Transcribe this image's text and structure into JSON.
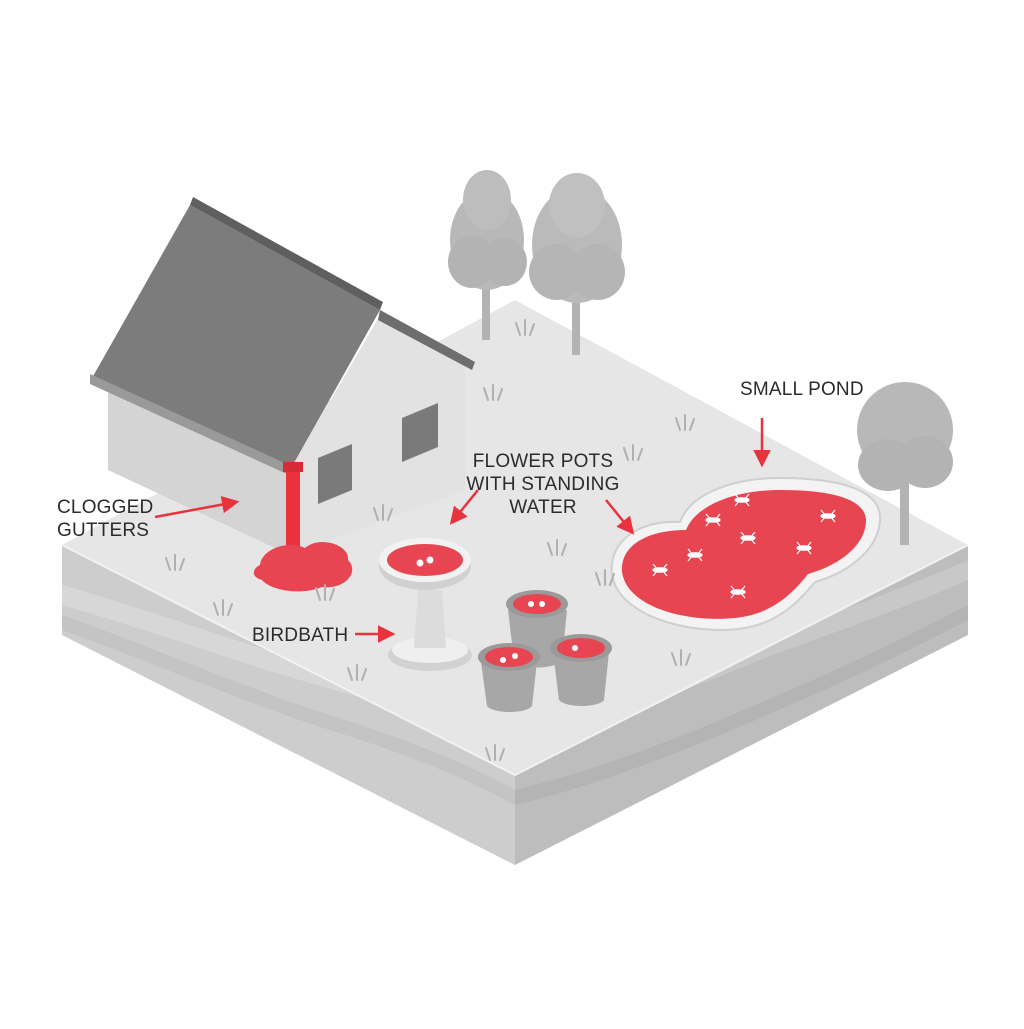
{
  "labels": {
    "clogged_gutters": [
      "CLOGGED",
      "GUTTERS"
    ],
    "flower_pots": [
      "FLOWER POTS",
      "WITH STANDING",
      "WATER"
    ],
    "small_pond": "SMALL POND",
    "birdbath": "BIRDBATH"
  },
  "colors": {
    "accent_red": "#e8333f",
    "water_red": "#e84552",
    "ground_top": "#e4e4e4",
    "ground_side": "#cfcfcf",
    "roof": "#7e7e7e",
    "wall": "#d9d9d9",
    "tree": "#b5b5b5"
  },
  "icons": [
    "house-icon",
    "tree-icon",
    "mosquito-icon",
    "grass-tuft-icon",
    "arrow-icon"
  ]
}
